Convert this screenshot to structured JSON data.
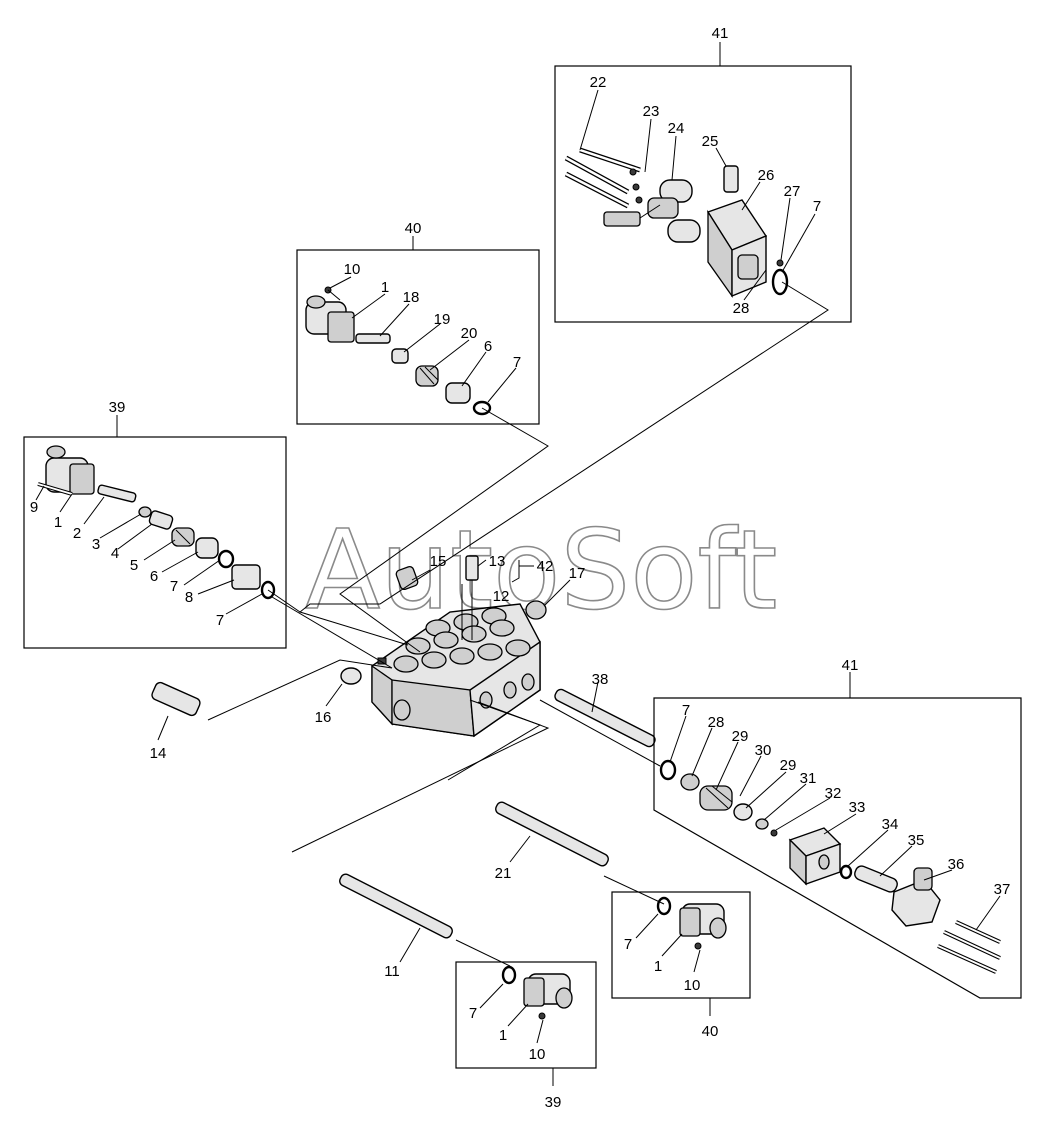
{
  "watermark": "AutoSoft",
  "groups": {
    "g39_top": "39",
    "g40_top": "40",
    "g41_top": "41",
    "g41_right": "41",
    "g40_bottom": "40",
    "g39_bottom": "39"
  },
  "labels": {
    "box39": [
      "9",
      "1",
      "2",
      "3",
      "4",
      "5",
      "6",
      "7",
      "8",
      "7"
    ],
    "box40": [
      "10",
      "1",
      "18",
      "19",
      "20",
      "6",
      "7"
    ],
    "box41": [
      "22",
      "23",
      "24",
      "25",
      "26",
      "27",
      "7",
      "28"
    ],
    "center": [
      "15",
      "13",
      "42",
      "17",
      "12",
      "16",
      "14",
      "38",
      "21",
      "11"
    ],
    "box41r": [
      "7",
      "28",
      "29",
      "30",
      "29",
      "31",
      "32",
      "33",
      "34",
      "35",
      "36",
      "37"
    ],
    "box40b": [
      "7",
      "1",
      "10"
    ],
    "box39b": [
      "7",
      "1",
      "10"
    ]
  },
  "colors": {
    "line": "#000000",
    "part_fill": "#e6e6e6",
    "watermark": "#8a8a8a"
  }
}
